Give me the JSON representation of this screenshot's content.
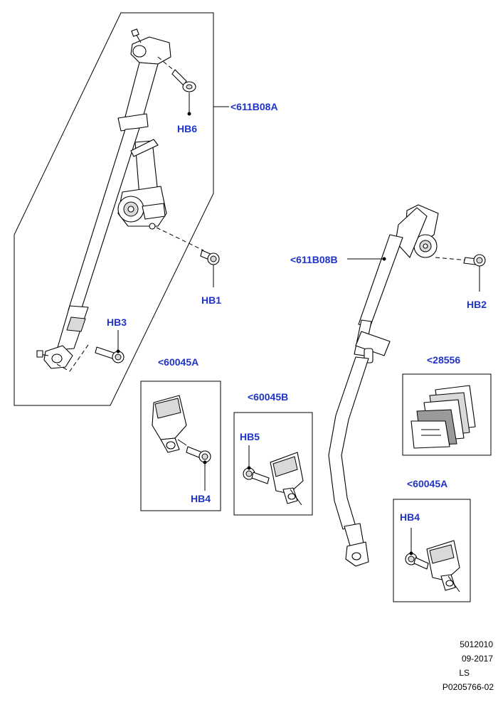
{
  "callouts": {
    "belt_front": "<611B08A",
    "belt_rear": "<611B08B",
    "buckle_a_left": "<60045A",
    "buckle_b": "<60045B",
    "buckle_a_right": "<60045A",
    "label_kit": "<28556",
    "hb6": "HB6",
    "hb1": "HB1",
    "hb3": "HB3",
    "hb2": "HB2",
    "hb4_left": "HB4",
    "hb5": "HB5",
    "hb4_right": "HB4"
  },
  "footer": {
    "code": "5012010",
    "date": "09-2017",
    "region": "LS",
    "illustration_id": "P0205766-02"
  },
  "colors": {
    "callout": "#1f33c8",
    "line": "#000000"
  }
}
